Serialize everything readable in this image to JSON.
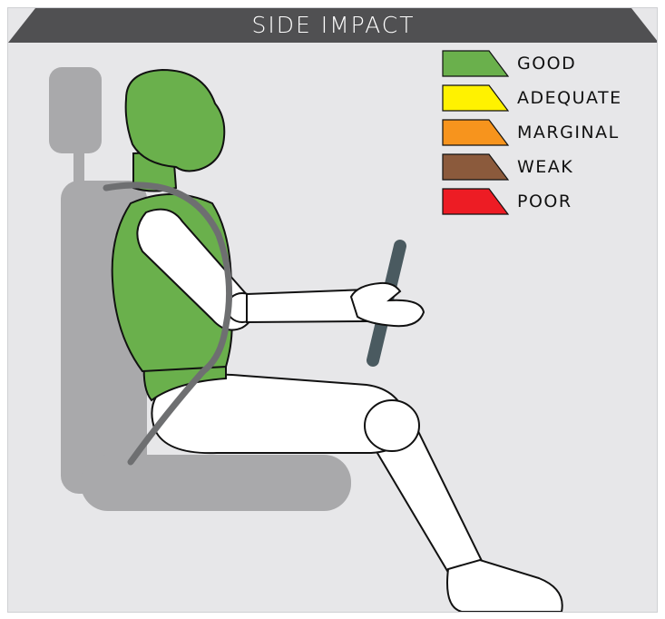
{
  "header": {
    "title": "SIDE IMPACT"
  },
  "legend": {
    "items": [
      {
        "label": "GOOD",
        "color": "#6ab04c"
      },
      {
        "label": "ADEQUATE",
        "color": "#fff200"
      },
      {
        "label": "MARGINAL",
        "color": "#f7941d"
      },
      {
        "label": "WEAK",
        "color": "#8b5a3c"
      },
      {
        "label": "POOR",
        "color": "#ed1c24"
      }
    ]
  },
  "ratings": {
    "head": "GOOD",
    "neck": "GOOD",
    "torso": "GOOD",
    "pelvis": "GOOD"
  },
  "colors": {
    "background": "#e7e7e9",
    "banner": "#505052",
    "seat": "#a9a9ab",
    "belt": "#6e6f71",
    "steering_wheel": "#4a5a60",
    "limb_fill": "#ffffff",
    "outline": "#111111"
  }
}
